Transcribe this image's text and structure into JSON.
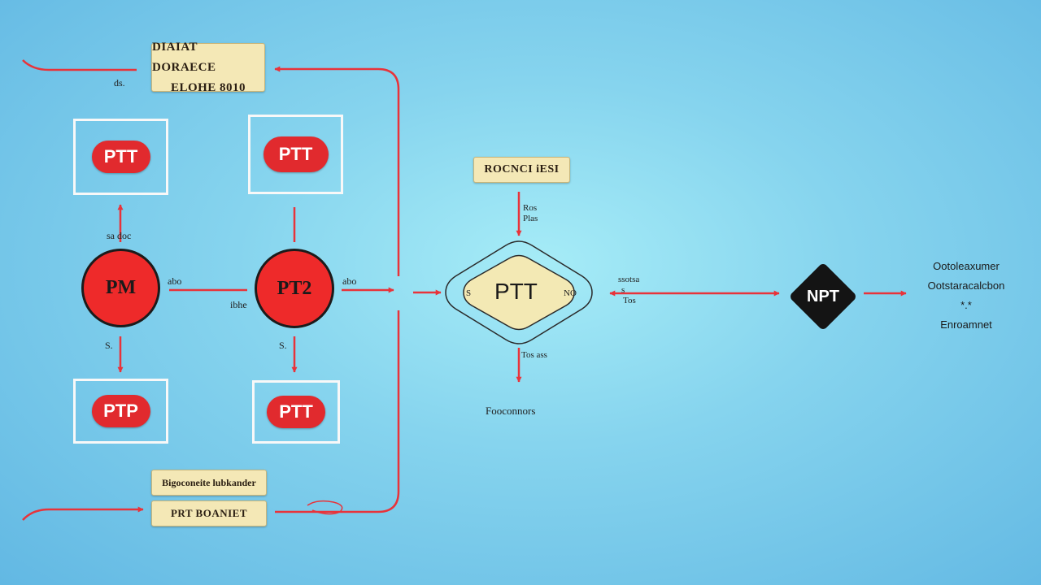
{
  "top_label": {
    "line1": "DIAIAT DORAECE",
    "line2": "ELOHE 8010"
  },
  "top_left_note": "ds.",
  "boxes": {
    "top_left": "PTT",
    "top_mid": "PTT",
    "bottom_left": "PTP",
    "bottom_mid": "PTT"
  },
  "circles": {
    "left": "PM",
    "mid": "PT2"
  },
  "notes": {
    "left_up": "sa doc",
    "left_down": "S.",
    "mid_down": "S.",
    "between_top": "abo",
    "between_bottom": "ibhe",
    "mid_right": "abo"
  },
  "center_label": "ROCNCI iESI",
  "center_in_note": {
    "line1": "Ros",
    "line2": "Plas"
  },
  "diamond": {
    "main": "PTT",
    "left_tag": "S",
    "right_tag": "NO"
  },
  "diamond_down_note": "Tos ass",
  "diamond_bottom_text": "Fooconnors",
  "arrow_note": {
    "line1": "ssotsa",
    "line2": "s",
    "line3": "Tos"
  },
  "npt_label": "NPT",
  "right_block": {
    "line1": "Ootoleaxumer",
    "line2": "Ootstaracalcbon",
    "line3": "*.*",
    "line4": "Enroamnet"
  },
  "bottom_labels": {
    "upper": "Bigoconeite lubkander",
    "lower": "PRT BOANIET"
  },
  "colors": {
    "arrow": "#e8333a",
    "red": "#e12a2e",
    "label_bg": "#f4e8b6",
    "node_dark": "#141414"
  }
}
